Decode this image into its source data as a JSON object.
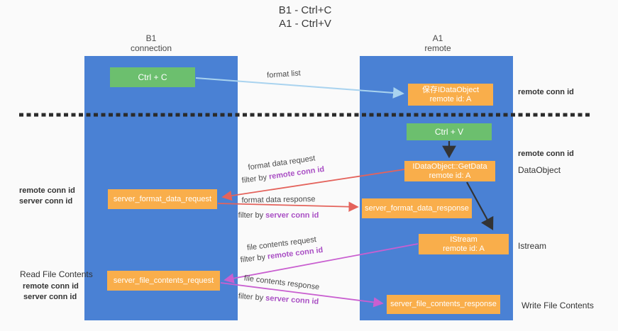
{
  "title": {
    "line1": "B1 - Ctrl+C",
    "line2": "A1 - Ctrl+V"
  },
  "lanes": {
    "left": {
      "line1": "B1",
      "line2": "connection"
    },
    "right": {
      "line1": "A1",
      "line2": "remote"
    }
  },
  "nodes": {
    "ctrl_c": {
      "label": "Ctrl + C"
    },
    "ctrl_v": {
      "label": "Ctrl + V"
    },
    "save_idataobject": {
      "line1": "保存IDataObject",
      "line2": "remote id: A"
    },
    "getdata": {
      "line1": "IDataObject::GetData",
      "line2": "remote id: A"
    },
    "istream": {
      "line1": "IStream",
      "line2": "remote id: A"
    },
    "format_request": {
      "label": "server_format_data_request"
    },
    "format_response": {
      "label": "server_format_data_response"
    },
    "file_request": {
      "label": "server_file_contents_request"
    },
    "file_response": {
      "label": "server_file_contents_response"
    }
  },
  "edges": {
    "format_list": "format list",
    "format_data_request": "format data request",
    "format_data_response": "format data response",
    "file_contents_request": "file contents request",
    "file_contents_response": "file contents response",
    "filter_prefix": "filter by ",
    "remote_conn_id": "remote conn id",
    "server_conn_id": "server conn id"
  },
  "side_labels": {
    "remote_conn_id": "remote conn id",
    "server_conn_id": "server conn id",
    "dataobject": "DataObject",
    "istream": "Istream",
    "read_file_contents": "Read File Contents",
    "write_file_contents": "Write File Contents"
  },
  "colors": {
    "lane_blue": "#4a81d4",
    "node_green": "#6cbf6e",
    "node_orange": "#f9ae4b",
    "purple_text": "#a94fc4",
    "green_text": "#53a653",
    "arrow_blue": "#a9d3ef",
    "arrow_red": "#e4635c",
    "arrow_magenta": "#c95fd0",
    "arrow_black": "#333333",
    "dash_line": "#2b2b2b"
  }
}
